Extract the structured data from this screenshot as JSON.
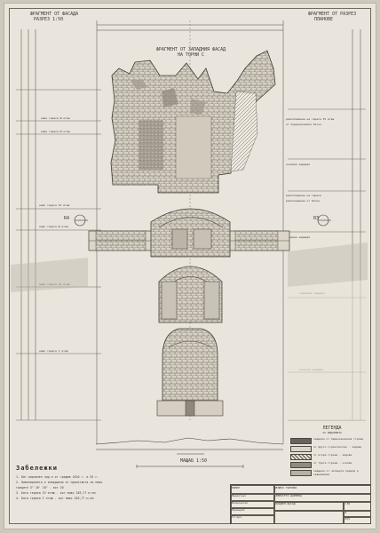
{
  "sheet": {
    "top_left_note": [
      "ФРАГМЕНТ ОТ ФАСАДА",
      "РАЗРЕЗ 1:50"
    ],
    "top_right_note": [
      "ФРАГМЕНТ ОТ РАЗРЕЗ",
      "ПЛАНОВЕ"
    ],
    "drawing_title": [
      "ФРАГМЕНТ ОТ ЗАПАДНИЯ ФАСАД",
      "НА ТОРНИ С"
    ],
    "left_labels": [
      "ниво тераса Ш етаж",
      "ниво тераса Ш етаж",
      "ниво тераса IV етаж",
      "ниво тераса Ш етаж",
      "ниво тераса II етаж",
      "ниво тераса I етаж"
    ],
    "right_labels": [
      "разположение на тераса IV етаж",
      "от първоначалния бетон",
      "основна зидария",
      "разположение на тераса",
      "разположение от бетон",
      "основна зидария",
      "подземна зидария",
      "основна зидария"
    ],
    "markers": [
      "R4",
      "R3"
    ],
    "scale_caption": "МАЩАБ 1:50",
    "notes_title": "Забележки",
    "notes": [
      "1. Кот кирпичен зид е от  градеж 1810 г. и 55 г.",
      "2. Нивелирането е извършено от проектанта за ниво",
      "   гредите  3° 16' 10\"  - кот 20",
      "3. Кота тераса  IV етаж  - кот ниво  183,77 м нм",
      "4. Кота тераса  I етаж  - кот ниво  183,77 м нм"
    ],
    "legend_title": [
      "ЛЕГЕНДА",
      "ЗА ЗИДАРИЯТА"
    ],
    "legend": [
      "зидария от първоначалния строеж",
      "от друго строителство - зидове",
      "от втори строеж - зидове",
      "от трети строеж - основи",
      "зидария от четвърти период и съвременни"
    ],
    "title_block": {
      "org": "НИПКП",
      "project": "ВЕЛИКО ТЪРНОВО",
      "object": "КРЕПОСТТА ЦАРЕВЕЦ",
      "sheet_name": "ЗАПАДЕН ФАСАД",
      "scale": "1:50",
      "sheet_no": "11",
      "year": "1975",
      "roles": [
        "Проектант",
        "Изпълнител",
        "Проверил",
        "Гл.арх."
      ]
    }
  },
  "colors": {
    "paper": "#e9e5dc",
    "ink": "#3d3a35",
    "border": "#6f6a60"
  }
}
